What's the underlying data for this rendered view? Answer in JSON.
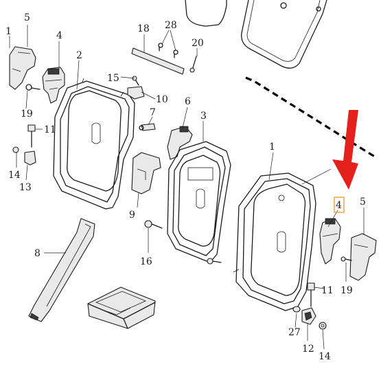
{
  "callouts": [
    {
      "id": "c1a",
      "text": "1"
    },
    {
      "id": "c5a",
      "text": "5"
    },
    {
      "id": "c4a",
      "text": "4"
    },
    {
      "id": "c2",
      "text": "2"
    },
    {
      "id": "c18",
      "text": "18"
    },
    {
      "id": "c28",
      "text": "28"
    },
    {
      "id": "c20",
      "text": "20"
    },
    {
      "id": "c15",
      "text": "15"
    },
    {
      "id": "c10",
      "text": "10"
    },
    {
      "id": "c7",
      "text": "7"
    },
    {
      "id": "c6",
      "text": "6"
    },
    {
      "id": "c3",
      "text": "3"
    },
    {
      "id": "c19a",
      "text": "19"
    },
    {
      "id": "c11a",
      "text": "11"
    },
    {
      "id": "c14a",
      "text": "14"
    },
    {
      "id": "c13",
      "text": "13"
    },
    {
      "id": "c9",
      "text": "9"
    },
    {
      "id": "c8",
      "text": "8"
    },
    {
      "id": "c16",
      "text": "16"
    },
    {
      "id": "c1b",
      "text": "1"
    },
    {
      "id": "c4b",
      "text": "4"
    },
    {
      "id": "c5b",
      "text": "5"
    },
    {
      "id": "c11b",
      "text": "11"
    },
    {
      "id": "c19b",
      "text": "19"
    },
    {
      "id": "c27",
      "text": "27"
    },
    {
      "id": "c12",
      "text": "12"
    },
    {
      "id": "c14b",
      "text": "14"
    }
  ],
  "highlight": {
    "callout": "4",
    "box_color": "#f0a030",
    "arrow_color": "#e3201b"
  }
}
